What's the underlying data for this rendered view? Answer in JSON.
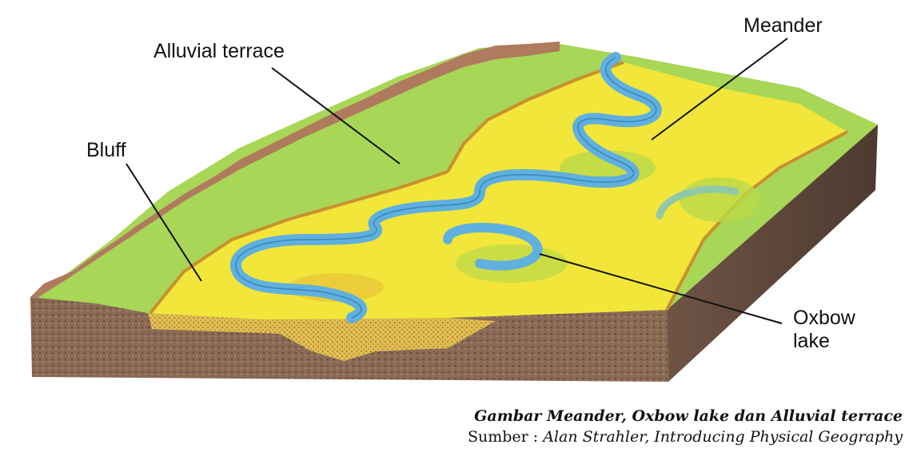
{
  "labels": {
    "alluvial_terrace": "Alluvial terrace",
    "meander": "Meander",
    "bluff": "Bluff",
    "oxbow_line1": "Oxbow",
    "oxbow_line2": "lake"
  },
  "caption": {
    "title": "Gambar Meander, Oxbow lake dan Alluvial terrace",
    "source_prefix": "Sumber : ",
    "source_text": "Alan Strahler, Introducing Physical Geography"
  },
  "colors": {
    "floodplain": "#f2e63a",
    "terrace": "#a8d657",
    "river": "#5fb0de",
    "soil": "#8c6a52",
    "bluff": "#b07a5e",
    "sediment": "#d8b24a"
  }
}
